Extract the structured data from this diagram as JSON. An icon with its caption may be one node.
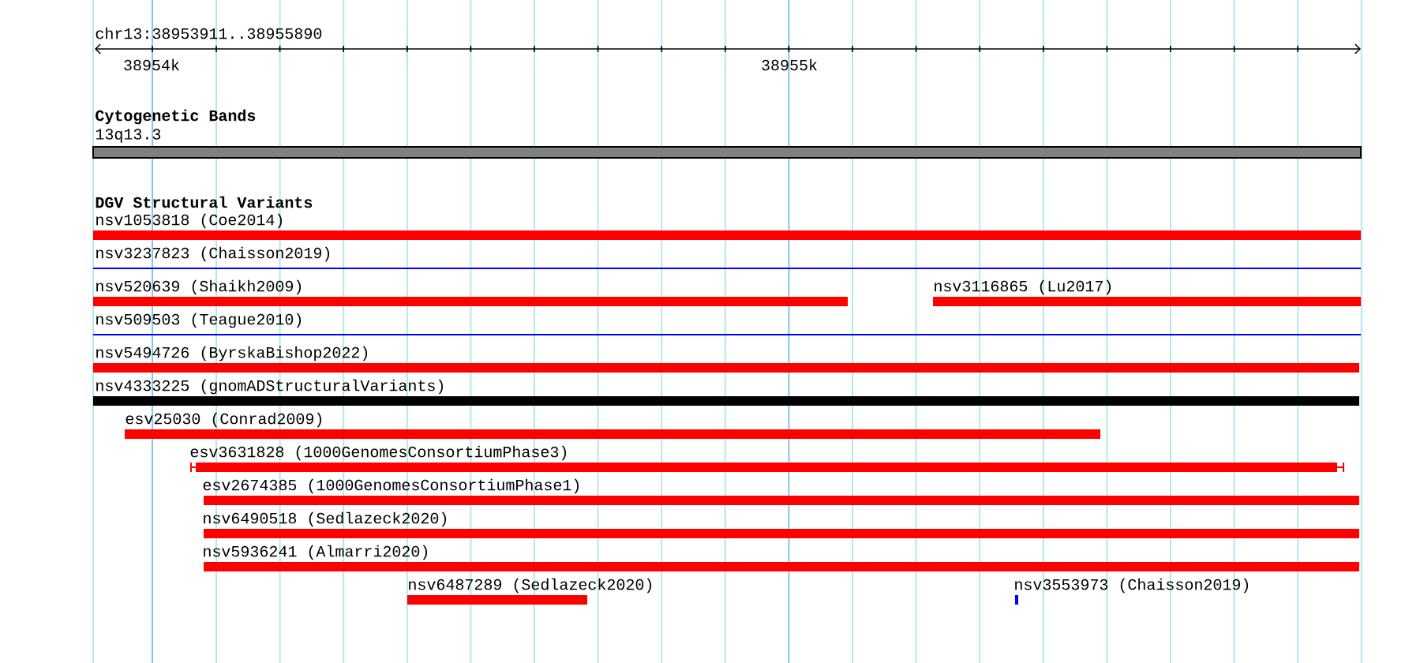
{
  "diagram": {
    "nodes": [
      {
        "text": [
          "13q13.3"
        ]
      },
      {
        "text": [
          "nsv1053818 (Coe2014)"
        ]
      },
      {
        "text": [
          "nsv3237823 (Chaisson2019)"
        ]
      },
      {
        "text": [
          "nsv520639 (Shaikh2009)"
        ]
      },
      {
        "text": [
          "nsv3116865 (Lu2017)"
        ]
      },
      {
        "text": [
          "nsv509503 (Teague2010)"
        ]
      },
      {
        "text": [
          "nsv5494726 (ByrskaBishop2022)"
        ]
      },
      {
        "text": [
          "nsv4333225 (gnomADStructuralVariants)"
        ]
      },
      {
        "text": [
          "esv25030 (Conrad2009)"
        ]
      },
      {
        "text": [
          "esv3631828 (1000GenomesConsortiumPhase3)"
        ]
      },
      {
        "text": [
          "esv2674385 (1000GenomesConsortiumPhase1)"
        ]
      },
      {
        "text": [
          "nsv6490518 (Sedlazeck2020)"
        ]
      },
      {
        "text": [
          "nsv5936241 (Almarri2020)"
        ]
      },
      {
        "text": [
          "nsv6487289 (Sedlazeck2020)"
        ]
      },
      {
        "text": [
          "nsv3553973 (Chaisson2019)"
        ]
      }
    ],
    "labels": [
      "chr13:38953911..38955890",
      "38954k",
      "38955k",
      "Cytogenetic Bands",
      "DGV Structural Variants"
    ]
  }
}
